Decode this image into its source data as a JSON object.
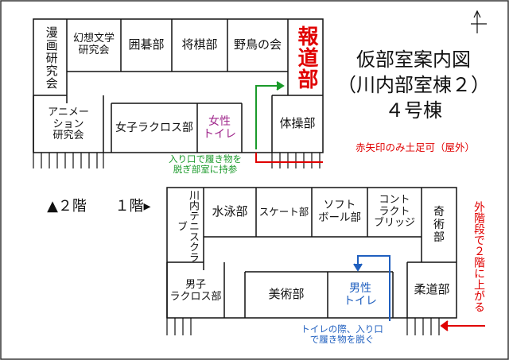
{
  "title": {
    "line1": "仮部室案内図",
    "line2": "（川内部室棟２）",
    "line3": "４号棟"
  },
  "notes": {
    "red_arrow": "赤矢印のみ土足可（屋外）",
    "shoes_female": "入り口で履き物を\n脱ぎ部室に持参",
    "shoes_male": "トイレの際、入り口\nで履き物を脱ぐ",
    "outside_stairs": "外階段で２階に上がる"
  },
  "floor_marker": {
    "second": "▲２階",
    "first": "１階▸"
  },
  "floor2_rooms": {
    "manga": "漫画研究会",
    "fantasy": "幻想文学\n研究会",
    "go": "囲碁部",
    "shogi": "将棋部",
    "birds": "野鳥の会",
    "press": "報道部",
    "anime": "アニメー\nション\n研究会",
    "lacrosse_w": "女子ラクロス部",
    "toilet_w": "女性\nトイレ",
    "gym": "体操部"
  },
  "floor1_rooms": {
    "tennis": "川内テニスクラブ",
    "swim": "水泳部",
    "skate": "スケート部",
    "softball": "ソフト\nボール部",
    "contract_bridge": "コント\nラクト\nブリッジ",
    "magic": "奇\n術\n部",
    "lacrosse_m": "男子\nラクロス部",
    "art": "美術部",
    "toilet_m": "男性\nトイレ",
    "judo": "柔道部"
  },
  "colors": {
    "red": "#e00000",
    "green": "#1a9a2a",
    "blue": "#1f5fbf",
    "purple": "#a0288c",
    "black": "#111111"
  }
}
